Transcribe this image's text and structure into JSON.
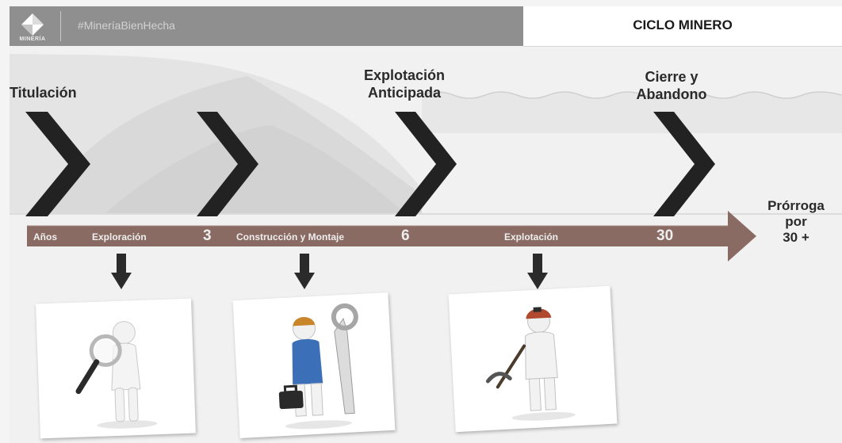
{
  "header": {
    "logo_text": "MINERÍA",
    "hashtag": "#MineríaBienHecha",
    "title": "CICLO MINERO"
  },
  "stages": {
    "titulacion": "Titulación",
    "explotacion_anticipada": [
      "Explotación",
      "Anticipada"
    ],
    "cierre": [
      "Cierre y",
      "Abandono"
    ]
  },
  "timeline": {
    "anos": "Años",
    "phases": [
      "Exploración",
      "Construcción y Montaje",
      "Explotación"
    ],
    "years": [
      "3",
      "6",
      "30"
    ]
  },
  "prorroga": [
    "Prórroga",
    "por",
    "30 +"
  ],
  "icons": [
    "magnifier-figure-icon",
    "worker-wrench-briefcase-icon",
    "miner-pickaxe-icon"
  ],
  "colors": {
    "header_gray": "#8f8f8f",
    "timeline_arrow": "#8a6b63",
    "chevron": "#222222"
  }
}
